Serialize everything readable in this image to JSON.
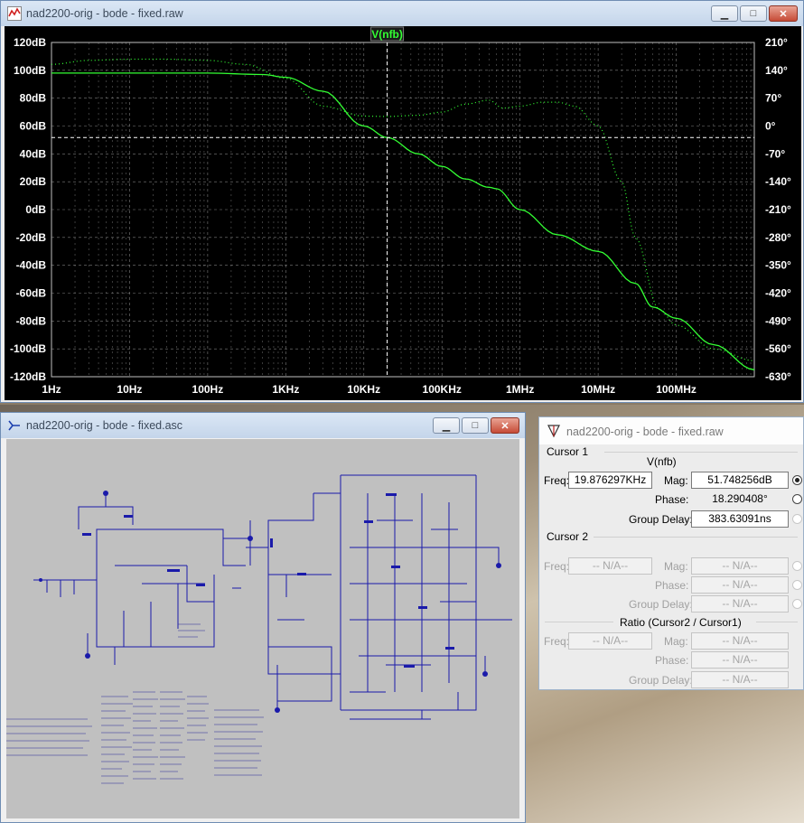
{
  "plot_window": {
    "title": "nad2200-orig - bode - fixed.raw",
    "trace_label": "V(nfb)",
    "colors": {
      "trace": "#33ff33",
      "background": "#000000",
      "grid": "#8c8c8c",
      "label": "#ffffff"
    }
  },
  "chart_data": {
    "type": "line",
    "trace": "V(nfb)",
    "x_scale": "log",
    "x_ticks": [
      "1Hz",
      "10Hz",
      "100Hz",
      "1KHz",
      "10KHz",
      "100KHz",
      "1MHz",
      "10MHz",
      "100MHz"
    ],
    "xlim": [
      1,
      1000000000
    ],
    "y_left_ticks": [
      "120dB",
      "100dB",
      "80dB",
      "60dB",
      "40dB",
      "20dB",
      "0dB",
      "-20dB",
      "-40dB",
      "-60dB",
      "-80dB",
      "-100dB",
      "-120dB"
    ],
    "ylim_left": [
      -120,
      120
    ],
    "y_right_ticks": [
      "210°",
      "140°",
      "70°",
      "0°",
      "-70°",
      "-140°",
      "-210°",
      "-280°",
      "-350°",
      "-420°",
      "-490°",
      "-560°",
      "-630°"
    ],
    "ylim_right": [
      -630,
      210
    ],
    "cursor": {
      "freq": 19876.297,
      "mag": 51.748256
    },
    "series": [
      {
        "name": "magnitude",
        "axis": "left",
        "style": "solid",
        "x": [
          1,
          10,
          100,
          500,
          1000,
          3000,
          10000,
          20000,
          50000,
          100000,
          200000,
          400000,
          500000,
          1000000,
          3000000,
          10000000,
          30000000,
          50000000,
          100000000,
          300000000,
          1000000000
        ],
        "y": [
          98,
          98,
          98,
          97,
          95,
          85,
          60,
          51.7,
          40,
          31,
          22,
          16,
          15,
          0,
          -18,
          -30,
          -53,
          -70,
          -78,
          -97,
          -115
        ]
      },
      {
        "name": "phase",
        "axis": "right",
        "style": "dotted",
        "x": [
          1,
          3,
          10,
          30,
          100,
          300,
          1000,
          3000,
          10000,
          20000,
          50000,
          100000,
          200000,
          400000,
          600000,
          1000000,
          2000000,
          3000000,
          5000000,
          10000000,
          20000000,
          30000000,
          60000000,
          100000000,
          300000000,
          1000000000
        ],
        "y": [
          155,
          165,
          168,
          168,
          165,
          155,
          120,
          50,
          25,
          24,
          27,
          35,
          55,
          65,
          45,
          50,
          60,
          60,
          50,
          0,
          -140,
          -280,
          -460,
          -500,
          -560,
          -590
        ]
      }
    ]
  },
  "schematic_window": {
    "title": "nad2200-orig - bode - fixed.asc"
  },
  "cursor_window": {
    "title": "nad2200-orig - bode - fixed.raw",
    "cursor1": {
      "heading": "Cursor 1",
      "trace": "V(nfb)",
      "freq_label": "Freq:",
      "freq_value": "19.876297KHz",
      "mag_label": "Mag:",
      "mag_value": "51.748256dB",
      "phase_label": "Phase:",
      "phase_value": "18.290408°",
      "gd_label": "Group Delay:",
      "gd_value": "383.63091ns"
    },
    "cursor2": {
      "heading": "Cursor 2",
      "freq_label": "Freq:",
      "freq_value": "-- N/A--",
      "mag_label": "Mag:",
      "mag_value": "-- N/A--",
      "phase_label": "Phase:",
      "phase_value": "-- N/A--",
      "gd_label": "Group Delay:",
      "gd_value": "-- N/A--"
    },
    "ratio": {
      "heading": "Ratio (Cursor2 / Cursor1)",
      "freq_label": "Freq:",
      "freq_value": "-- N/A--",
      "mag_label": "Mag:",
      "mag_value": "-- N/A--",
      "phase_label": "Phase:",
      "phase_value": "-- N/A--",
      "gd_label": "Group Delay:",
      "gd_value": "-- N/A--"
    }
  }
}
